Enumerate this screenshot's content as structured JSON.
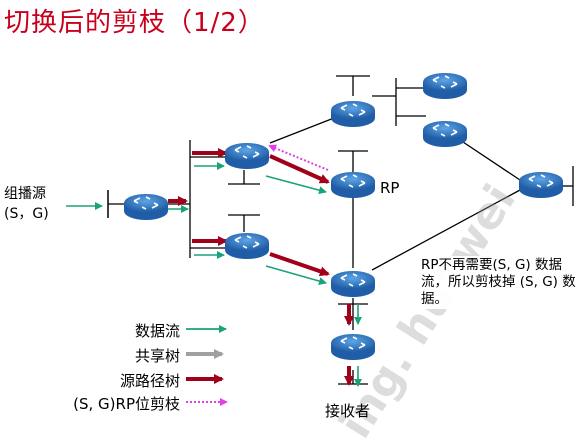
{
  "title": "切换后的剪枝（1/2）",
  "source_label_line1": "组播源",
  "source_label_line2": "(S，G)",
  "rp_label": "RP",
  "receiver_label": "接收者",
  "note": "RP不再需要(S, G) 数据流，所以剪枝掉 (S, G) 数据。",
  "legend": {
    "data_flow": "数据流",
    "shared_tree": "共享树",
    "source_tree": "源路径树",
    "prune": "(S, G)RP位剪枝"
  },
  "watermark": "ing. huawei",
  "colors": {
    "title": "#c8001c",
    "data_flow": "#1aa37a",
    "shared_tree": "#a0a0a0",
    "source_tree": "#a0001a",
    "prune": "#e040e8",
    "router": "#2c6fb8"
  }
}
